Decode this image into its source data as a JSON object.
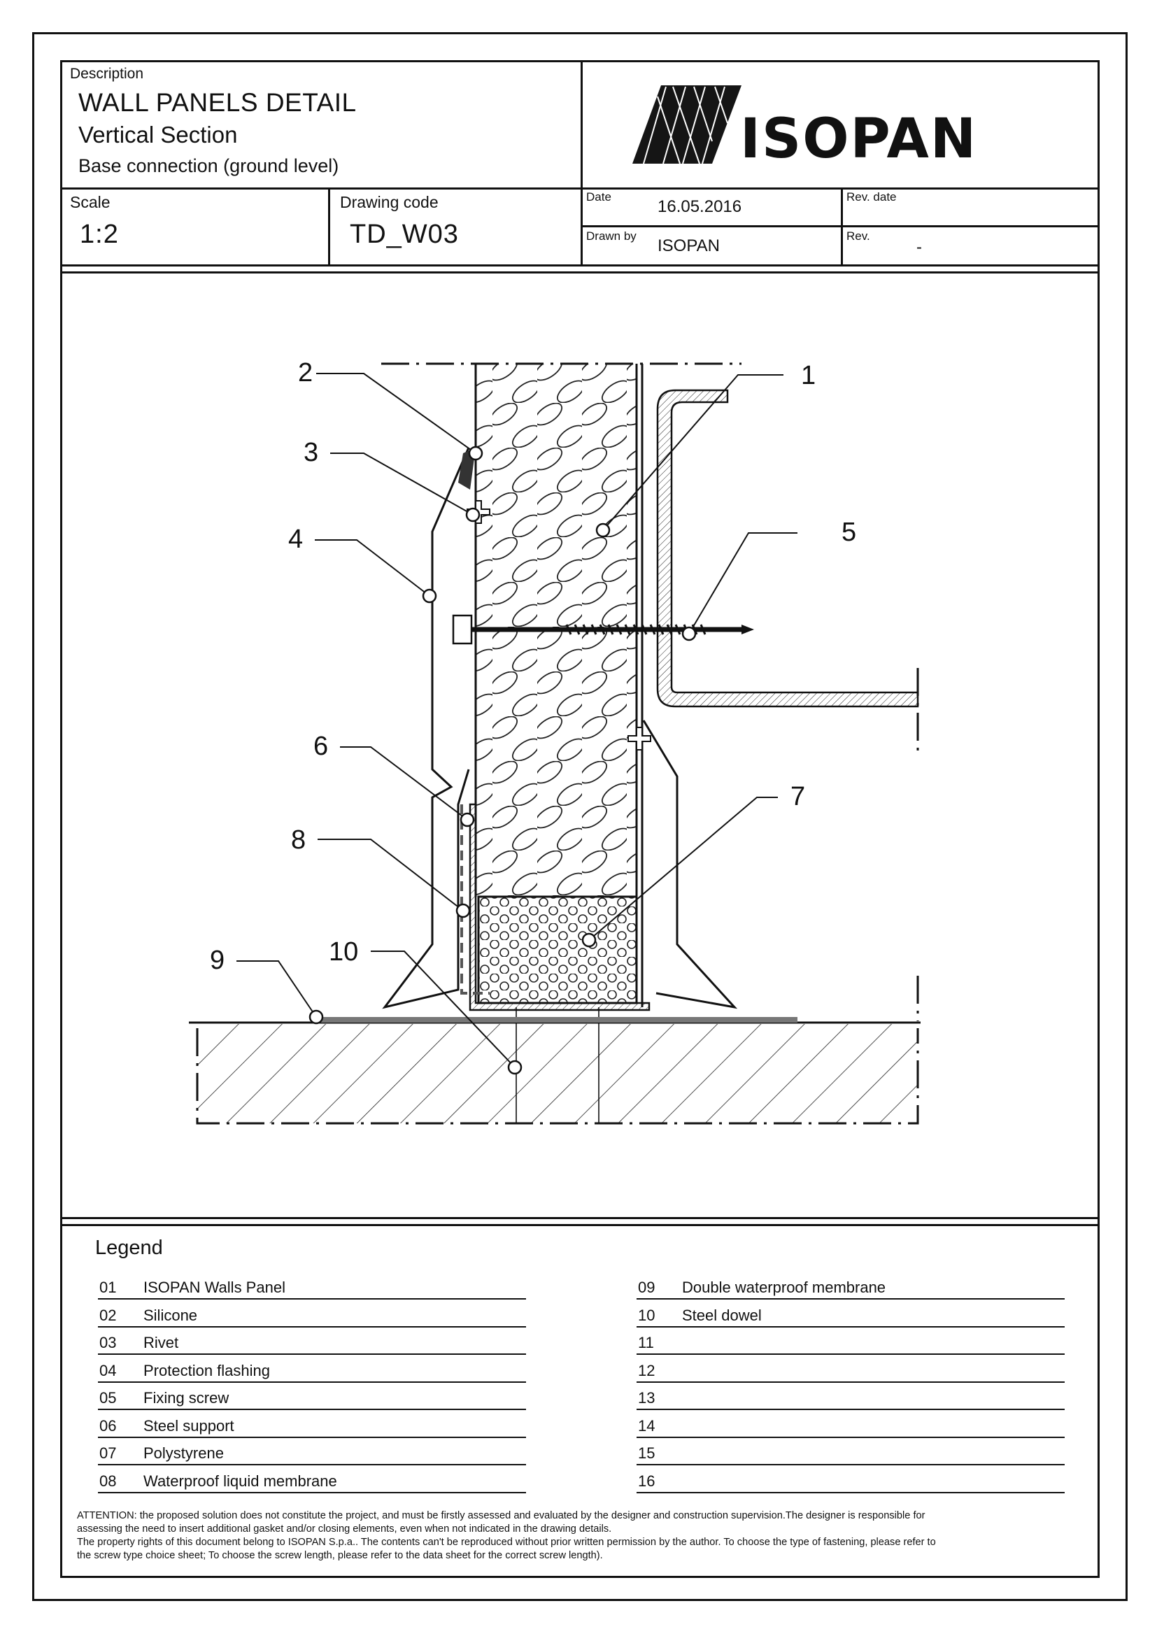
{
  "header": {
    "description_label": "Description",
    "title": "WALL PANELS DETAIL",
    "subtitle": "Vertical Section",
    "subtitle2": "Base connection (ground level)",
    "logo_text": "ISOPAN"
  },
  "info": {
    "scale_label": "Scale",
    "scale_value": "1:2",
    "drawing_code_label": "Drawing code",
    "drawing_code_value": "TD_W03",
    "date_label": "Date",
    "date_value": "16.05.2016",
    "rev_date_label": "Rev. date",
    "drawn_by_label": "Drawn by",
    "drawn_by_value": "ISOPAN",
    "rev_label": "Rev.",
    "rev_value": "-"
  },
  "callouts": [
    "1",
    "2",
    "3",
    "4",
    "5",
    "6",
    "7",
    "8",
    "9",
    "10"
  ],
  "legend": {
    "title": "Legend",
    "left": [
      {
        "num": "01",
        "text": "ISOPAN Walls Panel"
      },
      {
        "num": "02",
        "text": "Silicone"
      },
      {
        "num": "03",
        "text": "Rivet"
      },
      {
        "num": "04",
        "text": "Protection flashing"
      },
      {
        "num": "05",
        "text": "Fixing screw"
      },
      {
        "num": "06",
        "text": "Steel support"
      },
      {
        "num": "07",
        "text": "Polystyrene"
      },
      {
        "num": "08",
        "text": "Waterproof liquid membrane"
      }
    ],
    "right": [
      {
        "num": "09",
        "text": "Double waterproof membrane"
      },
      {
        "num": "10",
        "text": "Steel dowel"
      },
      {
        "num": "11",
        "text": ""
      },
      {
        "num": "12",
        "text": ""
      },
      {
        "num": "13",
        "text": ""
      },
      {
        "num": "14",
        "text": ""
      },
      {
        "num": "15",
        "text": ""
      },
      {
        "num": "16",
        "text": ""
      }
    ]
  },
  "attention": {
    "line1": "ATTENTION: the proposed solution does not constitute the project, and must be firstly assessed and evaluated by the designer and construction supervision.The designer is responsible for",
    "line2": "assessing the need to insert additional gasket and/or closing elements, even when not indicated in the drawing details.",
    "line3": "The property rights of this document belong to ISOPAN S.p.a.. The contents can't be reproduced without prior written permission by the author. To choose the type of fastening, please refer to",
    "line4": "the screw type choice sheet; To choose the screw length, please refer to the data sheet for the correct screw length)."
  }
}
